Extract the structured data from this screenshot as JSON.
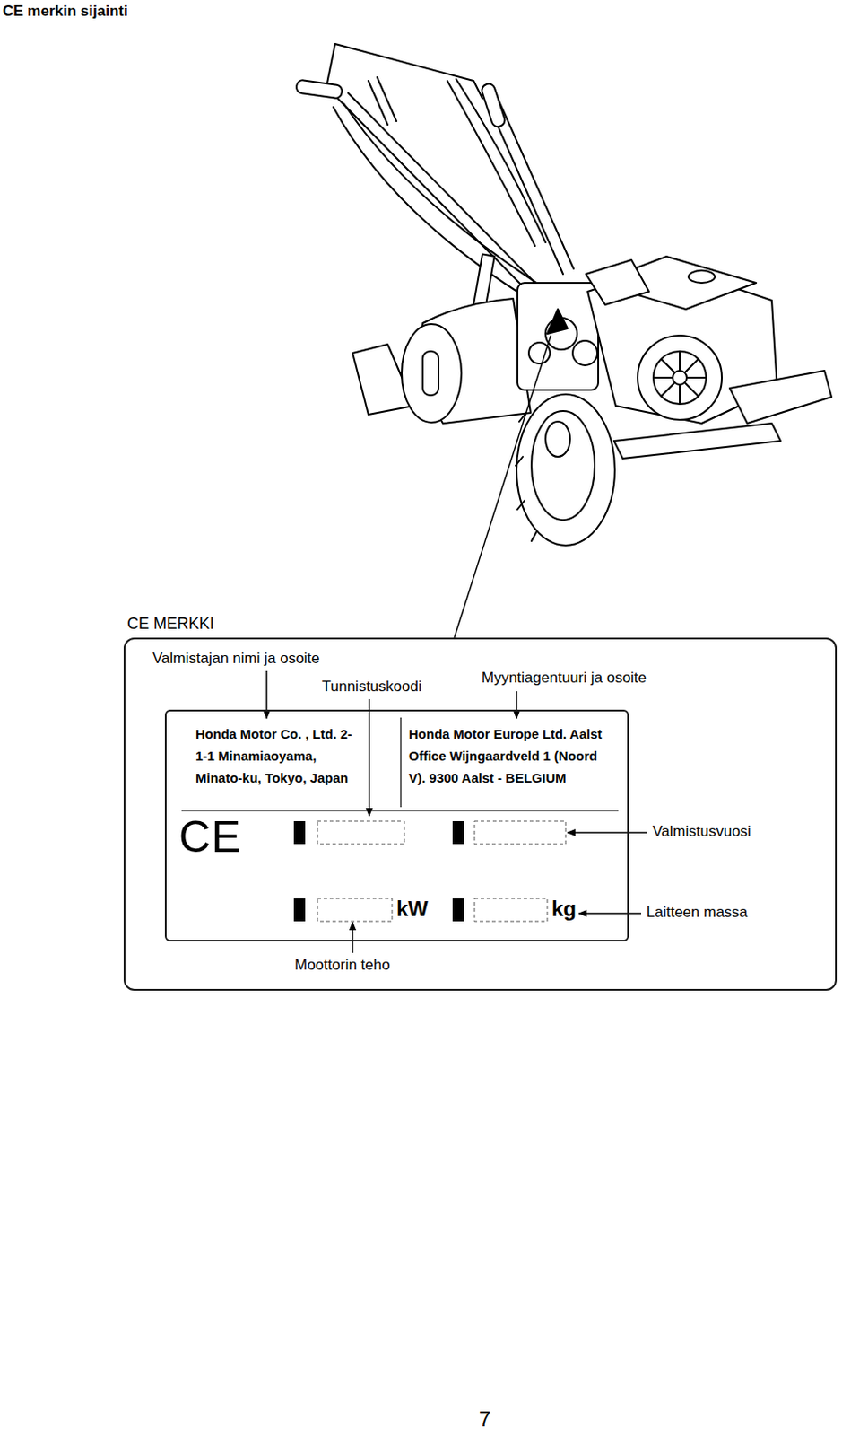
{
  "diagram": {
    "title": "CE merkin sijainti",
    "nodes": [
      {
        "text": [
          "CE MERKKI"
        ]
      },
      {
        "text": [
          "Honda Motor Co. , Ltd. 2-1-1 Minamiaoyama, Minato-ku, Tokyo, Japan",
          "Honda Motor Europe Ltd. Aalst Office Wijngaardveld 1 (Noord V). 9300 Aalst - BELGIUM",
          "CE",
          "kW",
          "kg"
        ],
        "in": 0
      }
    ],
    "labels": [
      "Valmistajan nimi ja osoite",
      "Tunnistuskoodi",
      "Myyntiagentuuri ja osoite",
      "Valmistusvuosi",
      "Laitteen massa",
      "Moottorin teho",
      "7"
    ]
  }
}
